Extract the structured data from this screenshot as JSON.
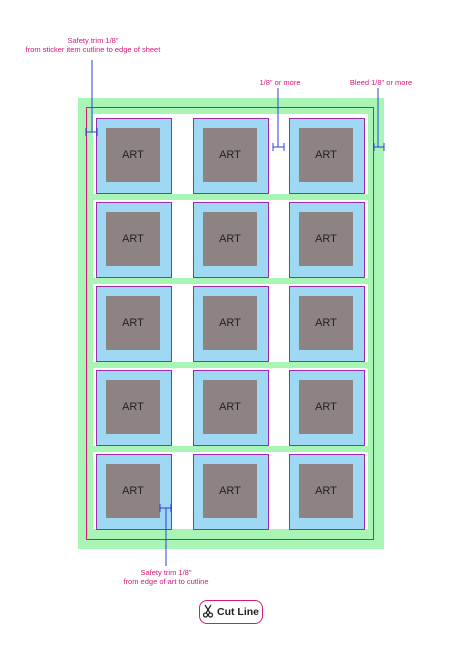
{
  "annotations": {
    "safety_trim_top": "Safety trim 1/8\"",
    "safety_trim_top_sub": "from sticker item cutline to edge of sheet",
    "spacing": "1/8\" or more",
    "bleed": "Bleed 1/8\" or more",
    "safety_trim_bottom": "Safety trim 1/8\"",
    "safety_trim_bottom_sub": "from edge of art to cutline"
  },
  "sticker_grid": {
    "rows": 5,
    "columns": 3,
    "art_label": "ART"
  },
  "legend": {
    "icon": "scissors-icon",
    "label": "Cut Line"
  },
  "colors": {
    "bleed_area": "#a8f5b6",
    "cut_line": "#d6177b",
    "sticker_bg": "#9fd8f2",
    "sticker_cut": "#9d2bb0",
    "art": "#8d8383",
    "dimension_marker": "#2b3fd6"
  }
}
